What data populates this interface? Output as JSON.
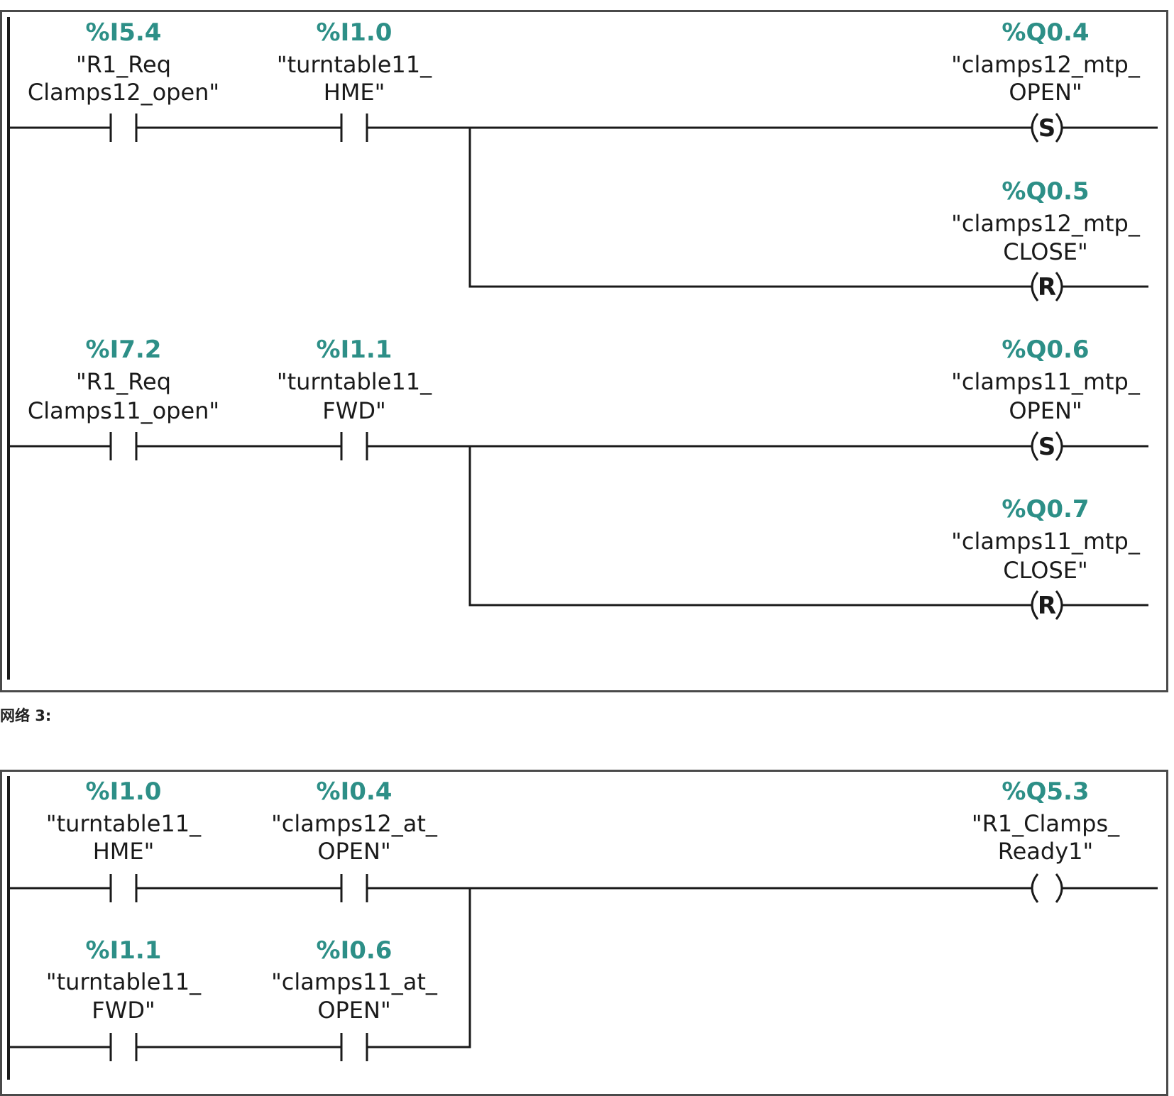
{
  "network3_label": "网络 3:",
  "network2": {
    "contacts": [
      {
        "address": "%I5.4",
        "line1": "\"R1_Req",
        "line2": "Clamps12_open\""
      },
      {
        "address": "%I1.0",
        "line1": "\"turntable11_",
        "line2": "HME\""
      },
      {
        "address": "%I7.2",
        "line1": "\"R1_Req",
        "line2": "Clamps11_open\""
      },
      {
        "address": "%I1.1",
        "line1": "\"turntable11_",
        "line2": "FWD\""
      }
    ],
    "coils": [
      {
        "address": "%Q0.4",
        "line1": "\"clamps12_mtp_",
        "line2": "OPEN\"",
        "type": "S"
      },
      {
        "address": "%Q0.5",
        "line1": "\"clamps12_mtp_",
        "line2": "CLOSE\"",
        "type": "R"
      },
      {
        "address": "%Q0.6",
        "line1": "\"clamps11_mtp_",
        "line2": "OPEN\"",
        "type": "S"
      },
      {
        "address": "%Q0.7",
        "line1": "\"clamps11_mtp_",
        "line2": "CLOSE\"",
        "type": "R"
      }
    ]
  },
  "network3": {
    "contacts": [
      {
        "address": "%I1.0",
        "line1": "\"turntable11_",
        "line2": "HME\""
      },
      {
        "address": "%I0.4",
        "line1": "\"clamps12_at_",
        "line2": "OPEN\""
      },
      {
        "address": "%I1.1",
        "line1": "\"turntable11_",
        "line2": "FWD\""
      },
      {
        "address": "%I0.6",
        "line1": "\"clamps11_at_",
        "line2": "OPEN\""
      }
    ],
    "coils": [
      {
        "address": "%Q5.3",
        "line1": "\"R1_Clamps_",
        "line2": "Ready1\"",
        "type": ""
      }
    ]
  }
}
